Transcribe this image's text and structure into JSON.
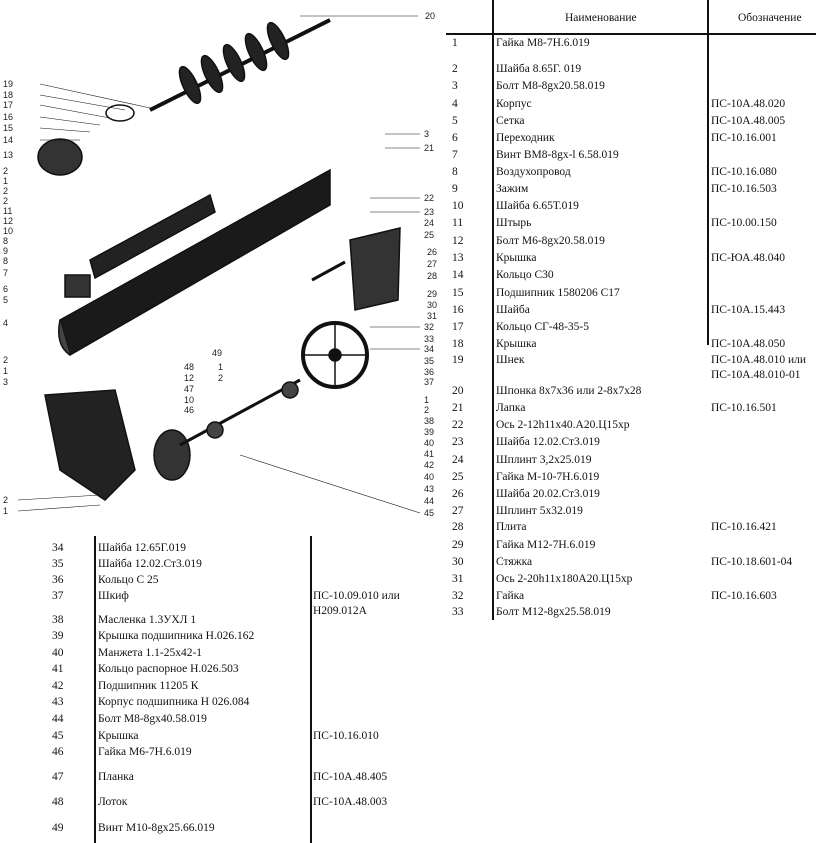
{
  "top_table": {
    "header": {
      "name": "Наименование",
      "designation": "Обозначение"
    },
    "rows": [
      {
        "n": "1",
        "name": "Гайка М8-7Н.6.019",
        "des": ""
      },
      {
        "n": "2",
        "name": "Шайба 8.65Г. 019",
        "des": ""
      },
      {
        "n": "3",
        "name": "Болт М8-8gx20.58.019",
        "des": ""
      },
      {
        "n": "4",
        "name": "Корпус",
        "des": "ПС-10А.48.020"
      },
      {
        "n": "5",
        "name": "Сетка",
        "des": "ПС-10А.48.005"
      },
      {
        "n": "6",
        "name": "Переходник",
        "des": "ПС-10.16.001"
      },
      {
        "n": "7",
        "name": "Винт ВМ8-8gx-l 6.58.019",
        "des": ""
      },
      {
        "n": "8",
        "name": "Воздухопровод",
        "des": "ПС-10.16.080"
      },
      {
        "n": "9",
        "name": "Зажим",
        "des": "ПС-10.16.503"
      },
      {
        "n": "10",
        "name": "Шайба 6.65Т.019",
        "des": ""
      },
      {
        "n": "11",
        "name": "Штырь",
        "des": "ПС-10.00.150"
      },
      {
        "n": "12",
        "name": "Болт М6-8gx20.58.019",
        "des": ""
      },
      {
        "n": "13",
        "name": "Крышка",
        "des": "ПС-ЮА.48.040"
      },
      {
        "n": "14",
        "name": "Кольцо С30",
        "des": ""
      },
      {
        "n": "15",
        "name": "Подшипник 1580206 С17",
        "des": ""
      },
      {
        "n": "16",
        "name": "Шайба",
        "des": "ПС-10А.15.443"
      },
      {
        "n": "17",
        "name": "Кольцо СГ-48-35-5",
        "des": ""
      },
      {
        "n": "18",
        "name": "Крышка",
        "des": "ПС-10А.48.050"
      },
      {
        "n": "19",
        "name": "Шнек",
        "des": "ПС-10А.48.010 или",
        "des2": "ПС-10А.48.010-01"
      },
      {
        "n": "20",
        "name": "Шпонка 8x7x36 или 2-8x7x28",
        "des": ""
      },
      {
        "n": "21",
        "name": "Лапка",
        "des": "ПС-10.16.501"
      },
      {
        "n": "22",
        "name": "Ось 2-12h11x40.А20.Ц15хр",
        "des": ""
      },
      {
        "n": "23",
        "name": "Шайба 12.02.Ст3.019",
        "des": ""
      },
      {
        "n": "24",
        "name": "Шплинт 3,2x25.019",
        "des": ""
      },
      {
        "n": "25",
        "name": "Гайка М-10-7Н.6.019",
        "des": ""
      },
      {
        "n": "26",
        "name": "Шайба 20.02.Ст3.019",
        "des": ""
      },
      {
        "n": "27",
        "name": "Шплинт 5x32.019",
        "des": ""
      },
      {
        "n": "28",
        "name": "Плита",
        "des": "ПС-10.16.421"
      },
      {
        "n": "29",
        "name": "Гайка М12-7Н.6.019",
        "des": ""
      },
      {
        "n": "30",
        "name": "Стяжка",
        "des": "ПС-10.18.601-04"
      },
      {
        "n": "31",
        "name": "Ось 2-20h11x180А20.Ц15хр",
        "des": ""
      },
      {
        "n": "32",
        "name": "Гайка",
        "des": "ПС-10.16.603"
      },
      {
        "n": "33",
        "name": "Болт М12-8gx25.58.019",
        "des": ""
      }
    ]
  },
  "bottom_table": {
    "rows": [
      {
        "n": "34",
        "name": "Шайба 12.65Г.019",
        "des": ""
      },
      {
        "n": "35",
        "name": "Шайба 12.02.Ст3.019",
        "des": ""
      },
      {
        "n": "36",
        "name": "Кольцо С 25",
        "des": ""
      },
      {
        "n": "37",
        "name": "Шкиф",
        "des": "ПС-10.09.010 или",
        "des2": "Н209.012А"
      },
      {
        "n": "38",
        "name": "Масленка 1.3УХЛ 1",
        "des": ""
      },
      {
        "n": "39",
        "name": "Крышка подшипника Н.026.162",
        "des": ""
      },
      {
        "n": "40",
        "name": "Манжета 1.1-25x42-1",
        "des": ""
      },
      {
        "n": "41",
        "name": "Кольцо распорное Н.026.503",
        "des": ""
      },
      {
        "n": "42",
        "name": "Подшипник 11205 К",
        "des": ""
      },
      {
        "n": "43",
        "name": "Корпус подшипника Н 026.084",
        "des": ""
      },
      {
        "n": "44",
        "name": "Болт М8-8gx40.58.019",
        "des": ""
      },
      {
        "n": "45",
        "name": "Крышка",
        "des": "ПС-10.16.010"
      },
      {
        "n": "46",
        "name": "Гайка М6-7Н.6.019",
        "des": ""
      },
      {
        "n": "47",
        "name": "Планка",
        "des": "ПС-10А.48.405"
      },
      {
        "n": "48",
        "name": "Лоток",
        "des": "ПС-10А.48.003"
      },
      {
        "n": "49",
        "name": "Винт М10-8gx25.66.019",
        "des": ""
      }
    ]
  },
  "drawing": {
    "callouts": [
      "20",
      "19",
      "18",
      "17",
      "16",
      "15",
      "14",
      "13",
      "2",
      "1",
      "2",
      "2",
      "11",
      "12",
      "10",
      "8",
      "9",
      "8",
      "7",
      "6",
      "5",
      "4",
      "2",
      "1",
      "3",
      "2",
      "1",
      "3",
      "21",
      "22",
      "23",
      "24",
      "25",
      "26",
      "27",
      "28",
      "29",
      "30",
      "31",
      "32",
      "33",
      "34",
      "35",
      "36",
      "37",
      "1",
      "2",
      "38",
      "39",
      "40",
      "41",
      "42",
      "40",
      "43",
      "44",
      "45",
      "48",
      "12",
      "47",
      "10",
      "46",
      "49",
      "1",
      "2"
    ]
  }
}
